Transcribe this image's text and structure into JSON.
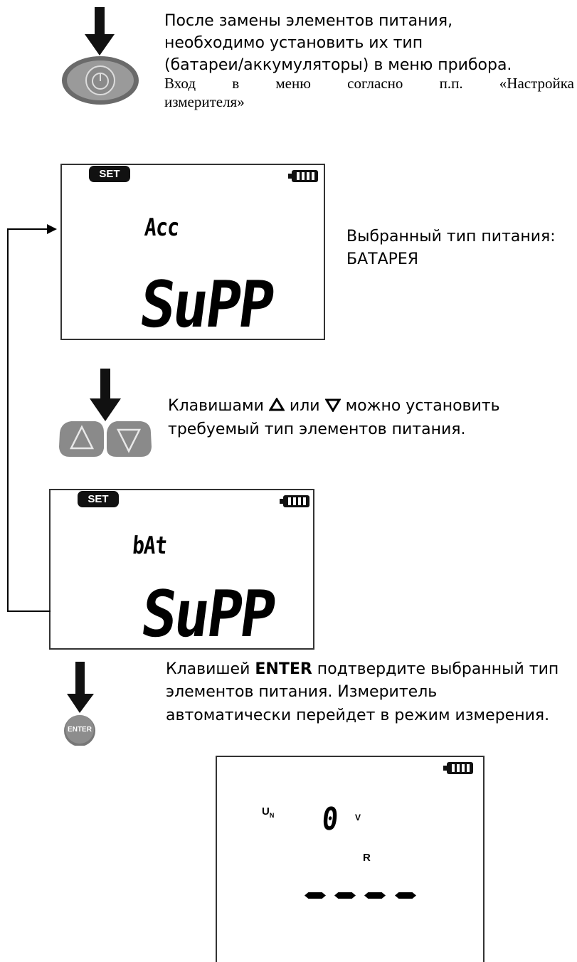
{
  "step1": {
    "line1": "После замены элементов питания,",
    "line2": "необходимо установить их тип",
    "line3": "(батареи/аккумуляторы) в меню прибора.",
    "line4": "Вход в меню согласно п.п. «Настройка",
    "line5": "измерителя»"
  },
  "display1": {
    "badge": "SET",
    "top_text": "Acc",
    "main_text": "SuPP"
  },
  "caption1": {
    "line1": "Выбранный тип питания:",
    "line2": "БАТАРЕЯ"
  },
  "step2": {
    "line1_a": "Клавишами ",
    "line1_b": " или ",
    "line1_c": " можно установить",
    "line2": "требуемый тип элементов питания."
  },
  "display2": {
    "badge": "SET",
    "top_text": "bAt",
    "main_text": "SuPP"
  },
  "step3": {
    "line1_a": "Клавишей ",
    "line1_key": "ENTER",
    "line1_b": " подтвердите выбранный тип",
    "line2": "элементов питания. Измеритель",
    "line3": "автоматически перейдет в режим измерения."
  },
  "enter_button": {
    "label": "ENTER"
  },
  "display3": {
    "un_label": "U",
    "un_sub": "N",
    "value": "0",
    "unit": "V",
    "r_label": "R"
  },
  "icons": {
    "power_button": "power-button-icon",
    "arrow": "down-arrow-icon",
    "up": "up-triangle-icon",
    "down": "down-triangle-icon"
  }
}
